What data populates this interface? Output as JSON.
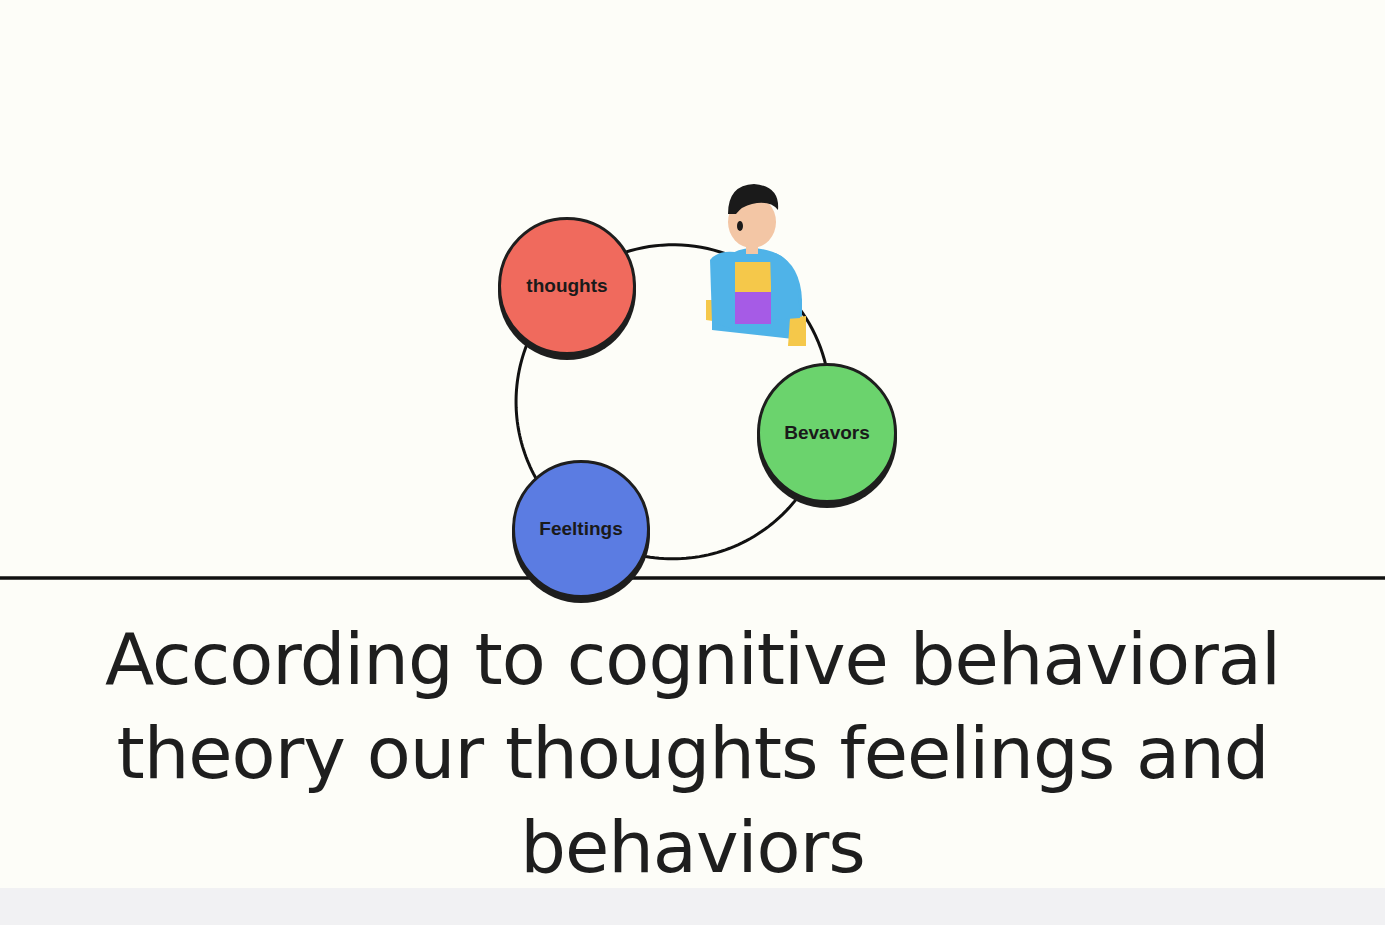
{
  "diagram": {
    "caption": "According to cognitive behavioral theory our thoughts feelings and behaviors",
    "nodes": [
      {
        "text": [
          "thoughts"
        ]
      },
      {
        "text": [
          "Bevavors"
        ]
      },
      {
        "text": [
          "Feeltings"
        ]
      }
    ],
    "edges": [
      {
        "from": 0,
        "to": 1,
        "arrow": "none"
      },
      {
        "from": 1,
        "to": 2,
        "arrow": "none"
      },
      {
        "from": 2,
        "to": 0,
        "arrow": "none"
      }
    ]
  }
}
